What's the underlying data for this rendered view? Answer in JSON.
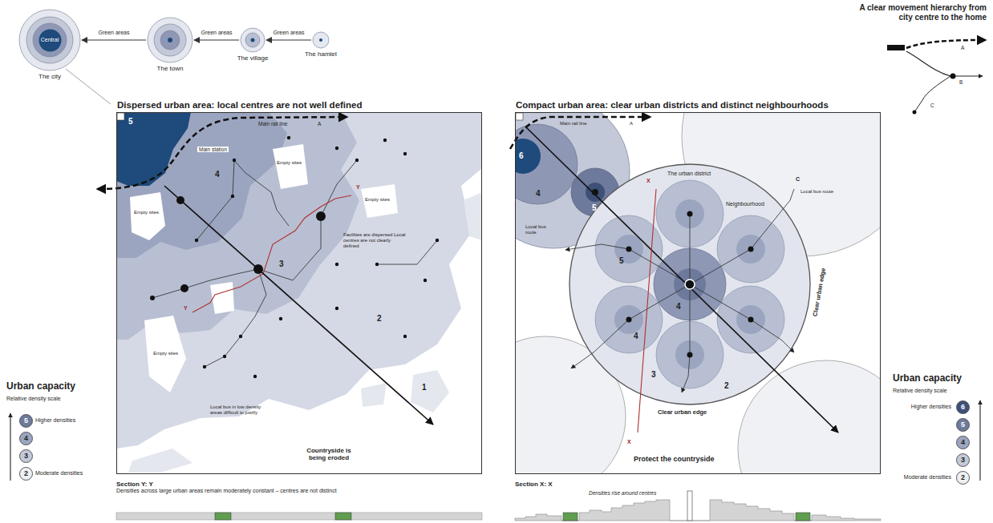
{
  "diagram": {
    "nodes": [
      {
        "text": [
          "The city"
        ]
      },
      {
        "text": [
          "Central"
        ],
        "in": 0
      },
      {
        "text": [
          "The town"
        ]
      },
      {
        "text": [
          "The village"
        ]
      },
      {
        "text": [
          "The hamlet"
        ]
      },
      {
        "text": [
          "Dispersed urban area: local centres are not well defined"
        ]
      },
      {
        "text": [
          "Section Y: Y",
          "Densities across large urban areas remain moderately constant – centres are not distinct"
        ]
      },
      {
        "text": [
          "Compact urban area: clear urban districts and distinct neighbourhoods"
        ]
      },
      {
        "text": [
          "Section X: X",
          "Densities rise around centres"
        ]
      }
    ],
    "edges": [
      {
        "from": 2,
        "to": 0,
        "label": "Green areas",
        "arrow": "to"
      },
      {
        "from": 3,
        "to": 2,
        "label": "Green areas",
        "arrow": "to"
      },
      {
        "from": 4,
        "to": 3,
        "label": "Green areas",
        "arrow": "to"
      }
    ],
    "labels": [
      "A clear movement hierarchy from city centre to the home",
      "A",
      "B",
      "C",
      "Main rail line",
      "A",
      "Main station",
      "5",
      "4",
      "3",
      "2",
      "1",
      "Empty sites",
      "Empty sites",
      "Empty sites",
      "Empty sites",
      "Facilities are dispersed Local centres are not clearly defined",
      "Local bus in low density areas difficult to justify",
      "Countryside is being eroded",
      "Y",
      "Y",
      "Urban capacity",
      "Relative density scale",
      "Higher densities",
      "Moderate densities",
      "Main rail line",
      "A",
      "6",
      "4",
      "5",
      "The urban district",
      "Neighbourhood",
      "Local bus route",
      "Local bus route",
      "C",
      "5",
      "4",
      "4",
      "3",
      "2",
      "Clear urban edge",
      "Clear urban edge",
      "Protect the countryside",
      "X",
      "X",
      "Urban capacity",
      "Relative density scale",
      "Higher densities",
      "Moderate densities"
    ],
    "legend": [
      {
        "text": "5",
        "color": "#6e7a9c"
      },
      {
        "text": "4",
        "color": "#9ca5bf"
      },
      {
        "text": "3",
        "color": "#c3c9d8"
      },
      {
        "text": "2",
        "color": "#eef0f4"
      },
      {
        "text": "6",
        "color": "#3e5077"
      },
      {
        "text": "5",
        "color": "#6e7a9c"
      },
      {
        "text": "4",
        "color": "#9ca5bf"
      },
      {
        "text": "3",
        "color": "#c3c9d8"
      },
      {
        "text": "2",
        "color": "#eef0f4"
      }
    ]
  }
}
